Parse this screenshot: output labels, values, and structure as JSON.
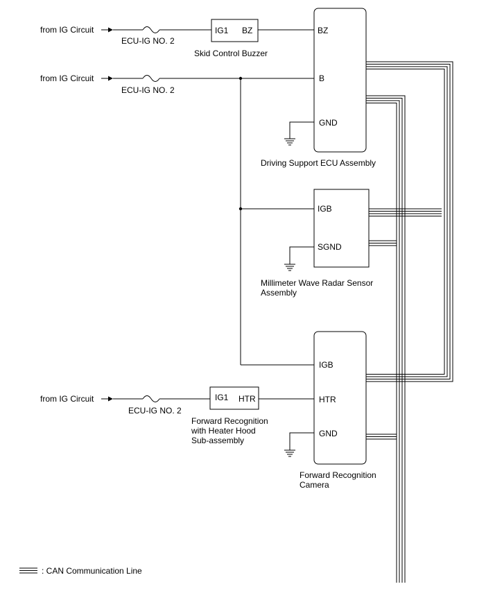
{
  "sources": {
    "src1": "from IG Circuit",
    "src2": "from IG Circuit",
    "src3": "from IG Circuit"
  },
  "fuses": {
    "fuse1": "ECU-IG NO. 2",
    "fuse2": "ECU-IG NO. 2",
    "fuse3": "ECU-IG NO. 2"
  },
  "buzzer": {
    "pin_ig1": "IG1",
    "pin_bz": "BZ",
    "name": "Skid Control Buzzer"
  },
  "heater_hood": {
    "pin_ig1": "IG1",
    "pin_htr": "HTR",
    "name_lines": [
      "Forward Recognition",
      "with Heater Hood",
      "Sub-assembly"
    ]
  },
  "driving_support_ecu": {
    "pins": [
      "BZ",
      "B",
      "GND"
    ],
    "name": "Driving Support ECU Assembly"
  },
  "radar_sensor": {
    "pins": [
      "IGB",
      "SGND"
    ],
    "name_lines": [
      "Millimeter Wave Radar Sensor",
      "Assembly"
    ]
  },
  "camera": {
    "pins": [
      "IGB",
      "HTR",
      "GND"
    ],
    "name_lines": [
      "Forward Recognition",
      "Camera"
    ]
  },
  "legend": {
    "label": ": CAN Communication Line"
  },
  "icons": [
    "arrow-icon",
    "fuse-icon",
    "ground-icon",
    "junction-dot-icon"
  ]
}
